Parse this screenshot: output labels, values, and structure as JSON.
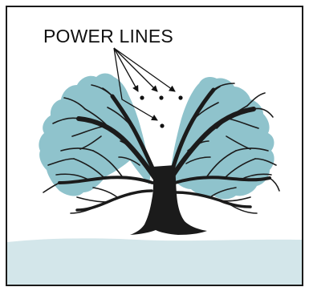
{
  "diagram": {
    "label": "POWER LINES",
    "colors": {
      "frame": "#1a1a1a",
      "canopy": "#8fc3cc",
      "ground": "#d3e6ea",
      "trunk": "#1b1b1b",
      "annotation": "#111111"
    },
    "icons": {
      "tree": "pruned-tree-illustration",
      "power_line_points": "power-line-dot",
      "pointer_arrows": "arrow-pointer"
    }
  }
}
